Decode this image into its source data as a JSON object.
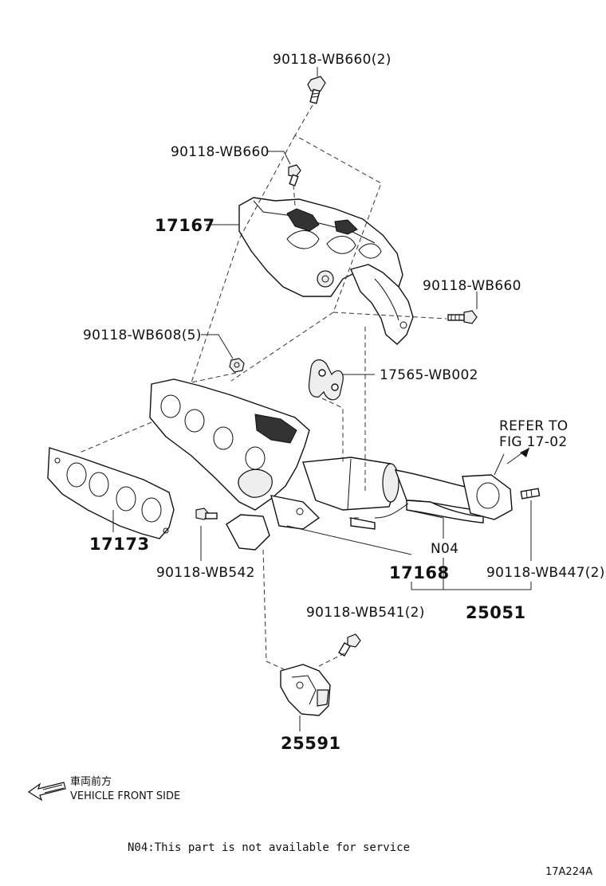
{
  "callouts": {
    "bolt_top_2": "90118-WB660(2)",
    "bolt_top": "90118-WB660",
    "heat_shield": "17167",
    "bolt_right": "90118-WB660",
    "nut_5": "90118-WB608(5)",
    "hanger": "17565-WB002",
    "refer_line1": "REFER TO",
    "refer_line2": "FIG 17-02",
    "gasket": "17173",
    "bolt_542": "90118-WB542",
    "n04": "N04",
    "manifold": "17168",
    "stud_447": "90118-WB447(2)",
    "bolt_541": "90118-WB541(2)",
    "assembly": "25051",
    "bracket": "25591"
  },
  "direction": {
    "japanese": "車両前方",
    "english": "VEHICLE FRONT SIDE"
  },
  "footnote": "N04:This part is not available for service",
  "figure_code": "17A224A",
  "colors": {
    "line": "#111111",
    "background": "#ffffff"
  }
}
